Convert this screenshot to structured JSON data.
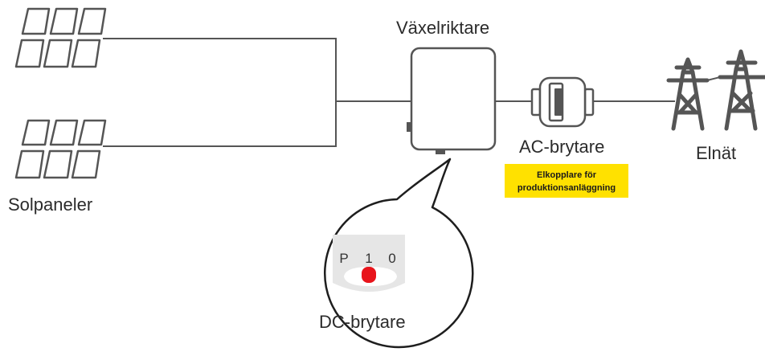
{
  "labels": {
    "solar_panels": "Solpaneler",
    "inverter": "Växelriktare",
    "ac_switch": "AC-brytare",
    "grid": "Elnät",
    "dc_switch": "DC-brytare"
  },
  "note": {
    "line1": "Elkopplare för",
    "line2": "produktionsanläggning"
  },
  "dc_switch_positions": [
    "P",
    "1",
    "0"
  ],
  "icons": {
    "solar_panels": "solar-panel-icon",
    "inverter": "inverter-icon",
    "ac_switch": "ac-switch-icon",
    "grid": "power-pylon-icon",
    "dc_switch": "dc-switch-icon"
  },
  "colors": {
    "line": "#555555",
    "note_bg": "#ffe100",
    "switch_knob": "#e8141b",
    "switch_panel": "#e6e6e6"
  }
}
